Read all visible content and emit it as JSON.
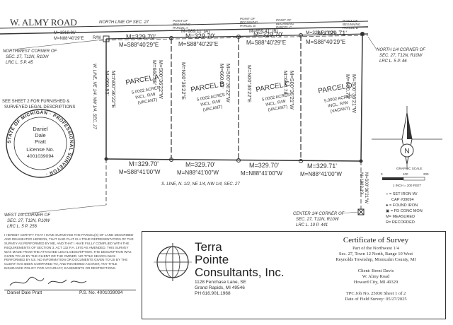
{
  "road": {
    "name": "W. ALMY ROAD",
    "row": "R/W"
  },
  "north_line": "NORTH LINE OF SEC. 27",
  "top_left": {
    "m1": "M=1318.81'",
    "m2": "M=N88°40'29\"E"
  },
  "pob": {
    "a": [
      "POINT OF",
      "BEGINNING",
      "PARCEL A"
    ],
    "b": [
      "POINT OF",
      "BEGINNING",
      "PARCEL B"
    ],
    "c": [
      "POINT OF",
      "BEGINNING",
      "PARCEL C"
    ],
    "d": [
      "POINT OF",
      "BEGINNING",
      "PARCEL D"
    ]
  },
  "top_dims": {
    "a": "M=989.11' (A)",
    "b": "M=659.41' (B)",
    "c": "M=329.71' (C)"
  },
  "corners": {
    "nw": [
      "NORTHWEST CORNER OF",
      "SEC. 27, T12N, R10W",
      "LRC L. 5 P. 45"
    ],
    "n14": [
      "NORTH 1/4 CORNER OF",
      "SEC. 27, T12N, R10W",
      "LRC L. 5 P. 46"
    ],
    "w14": [
      "WEST 1/4 CORNER OF",
      "SEC. 27, T12N, R10W",
      "LRC L. 5 P. 256"
    ],
    "c14": [
      "CENTER 1/4 CORNER OF",
      "SEC. 27, T12N, R10W",
      "LRC L. 10 P. 441"
    ]
  },
  "sheet_note": [
    "SEE SHEET 2 FOR FURNISHED &",
    "SURVEYED LEGAL DESCRIPTIONS"
  ],
  "parcels": [
    {
      "name": "PARCEL A",
      "acres": "5.0002 ACRES",
      "incl": "INCL. R/W",
      "status": "(VACANT)",
      "top_len": "M=329.70'",
      "top_brg": "M=S88°40'29\"E",
      "left_brg": "M=N00°36'22\"E",
      "left_len": "M=660.93'",
      "bot_len": "M=329.70'",
      "bot_brg": "M=S88°41'00\"W"
    },
    {
      "name": "PARCEL B",
      "acres": "5.0002 ACRES",
      "incl": "INCL. R/W",
      "status": "(VACANT)",
      "top_len": "M=329.70'",
      "top_brg": "M=S88°40'29\"E",
      "left_brg": "M=S00°36'22\"W",
      "left_len": "M=660.88'",
      "bot_len": "M=329.70'",
      "bot_brg": "M=N88°41'00\"W"
    },
    {
      "name": "PARCEL C",
      "acres": "5.0002 ACRES",
      "incl": "INCL. R/W",
      "status": "(VACANT)",
      "top_len": "M=329.70'",
      "top_brg": "M=S88°40'29\"E",
      "left_brg": "M=S00°36'22\"W",
      "left_len": "M=660.83'",
      "bot_len": "M=329.70'",
      "bot_brg": "M=N88°41'00\"W"
    },
    {
      "name": "PARCEL D",
      "acres": "5.0002 ACRES",
      "incl": "INCL. R/W",
      "status": "(VACANT)",
      "top_len": "M=329.71'",
      "top_brg": "M=S88°40'29\"E",
      "left_brg": "M=S00°36'21\"W",
      "left_len": "M=660.78'",
      "bot_len": "M=329.71'",
      "bot_brg": "M=N88°41'00\"W"
    }
  ],
  "mid_line_b": {
    "brg": "M=N00°36'22\"E",
    "len": "M=660.88'"
  },
  "mid_line_c": {
    "brg": "M=N00°36'22\"E",
    "len": "M=660.83'"
  },
  "east_line": {
    "brg": "M=S00°36'21\"W",
    "len": "M=660.73'"
  },
  "east_lower": {
    "brg": "M=S00°36'21\"W",
    "len": "M=1982.19'"
  },
  "west_line_label": "W. LINE, NE 1/4, NW 1/4, SEC. 27",
  "south_line_label": "S. LINE, N. 1/2, NE 1/4, NW 1/4, SEC. 27",
  "seal": {
    "ring": "STATE OF MICHIGAN · PROFESSIONAL SURVEYOR ·",
    "name1": "Daniel",
    "name2": "Dale",
    "name3": "Pratt",
    "lic_label": "License No.",
    "lic": "4001039094"
  },
  "north_arrow": "N",
  "scale": {
    "title": "GRAPHIC SCALE",
    "ticks": [
      "0",
      "100",
      "200"
    ],
    "note": "1 INCH = 200 FEET"
  },
  "legend": [
    {
      "sym": "○",
      "text": "= SET IRON W/"
    },
    {
      "sym": "",
      "text": "CAP #39094"
    },
    {
      "sym": "●",
      "text": "= FOUND IRON"
    },
    {
      "sym": "▣",
      "text": "= FD CONC MON"
    },
    {
      "sym": "",
      "text": "M= MEASURED"
    },
    {
      "sym": "",
      "text": "R= RECORDED"
    }
  ],
  "certification_text": "I HEREBY CERTIFY THAT I HAVE SURVEYED THE PARCEL(S) OF LAND DESCRIBED AND DELINEATED HEREON, THAT SAID PLAT IS A TRUE REPRESENTATION OF THE SURVEY AS PERFORMED BY ME, AND THAT I HAVE FULLY COMPLIED WITH THE REQUIREMENTS OF SECTION 3, ACT 132 P.A. 1970 AS AMENDED. THIS SURVEY WAS MADE FROM THE ATTACHED LEGAL DESCRIPTION. THE DESCRIPTION WAS GIVEN TO US BY THE CLIENT OR THE OWNER. NO TITLE SEARCH WAS PERFORMED BY US. NO INFORMATION OR DOCUMENTS GIVEN TO US BY THE CLIENT HAS BEEN COMPARED TO, AND REVIEWED AGAINST, ANY TITLE INSURANCE POLICY FOR ACCURACY, EASEMENTS OR RESTRICTIONS.",
  "signature": {
    "name": "Daniel Dale Pratt",
    "ps_label": "P.S. No. 4001039094"
  },
  "company": {
    "line1": "Terra",
    "line2": "Pointe",
    "line3": "Consultants, Inc.",
    "addr1": "1128 Fenchase Lane, SE",
    "addr2": "Grand Rapids, MI 49546",
    "phone": "PH 616.901.1968"
  },
  "certificate": {
    "title": "Certificate of Survey",
    "l1": "Part of the Northwest 1/4",
    "l2": "Sec. 27, Town 12 North, Range 10 West",
    "l3": "Reynolds Township, Montcalm County, MI",
    "client1": "Client: Brent Davis",
    "client2": "W. Almy Road",
    "client3": "Howard City, MI 49329",
    "job": "TPC Job No. 25030    Sheet 1 of 2",
    "date": "Date of Field Survey: 05/27/2025"
  }
}
